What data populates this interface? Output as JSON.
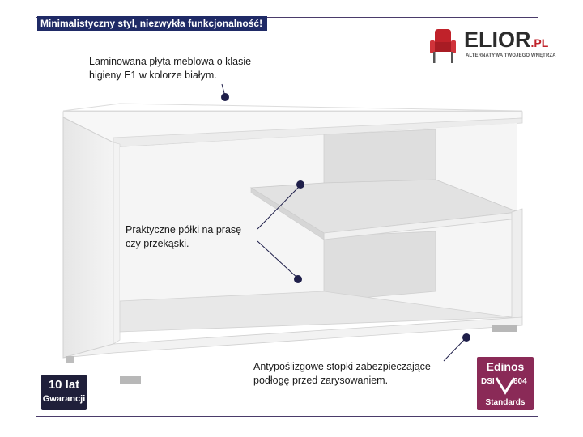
{
  "banner": {
    "text": "Minimalistyczny styl, niezwykła funkcjonalność!"
  },
  "logo": {
    "brand": "ELIOR",
    "suffix": ".PL",
    "tagline": "ALTERNATYWA TWOJEGO WNĘTRZA"
  },
  "callouts": {
    "top": {
      "line1": "Laminowana płyta meblowa o klasie",
      "line2": "higieny E1 w kolorze białym."
    },
    "middle": {
      "line1": "Praktyczne półki na prasę",
      "line2": "czy przekąski."
    },
    "bottom": {
      "line1": "Antypoślizgowe stopki zabezpieczające",
      "line2": "podłogę przed zarysowaniem."
    }
  },
  "warranty": {
    "line1": "10 lat",
    "line2": "Gwarancji"
  },
  "edinos": {
    "title": "Edinos",
    "left": "DSI",
    "right": "804",
    "bottom": "Standards"
  },
  "colors": {
    "banner": "#1f2a66",
    "badge_dark": "#1f1f3a",
    "badge_plum": "#8a2a57",
    "dot": "#1f1f4a",
    "accent_red": "#c0222a"
  }
}
